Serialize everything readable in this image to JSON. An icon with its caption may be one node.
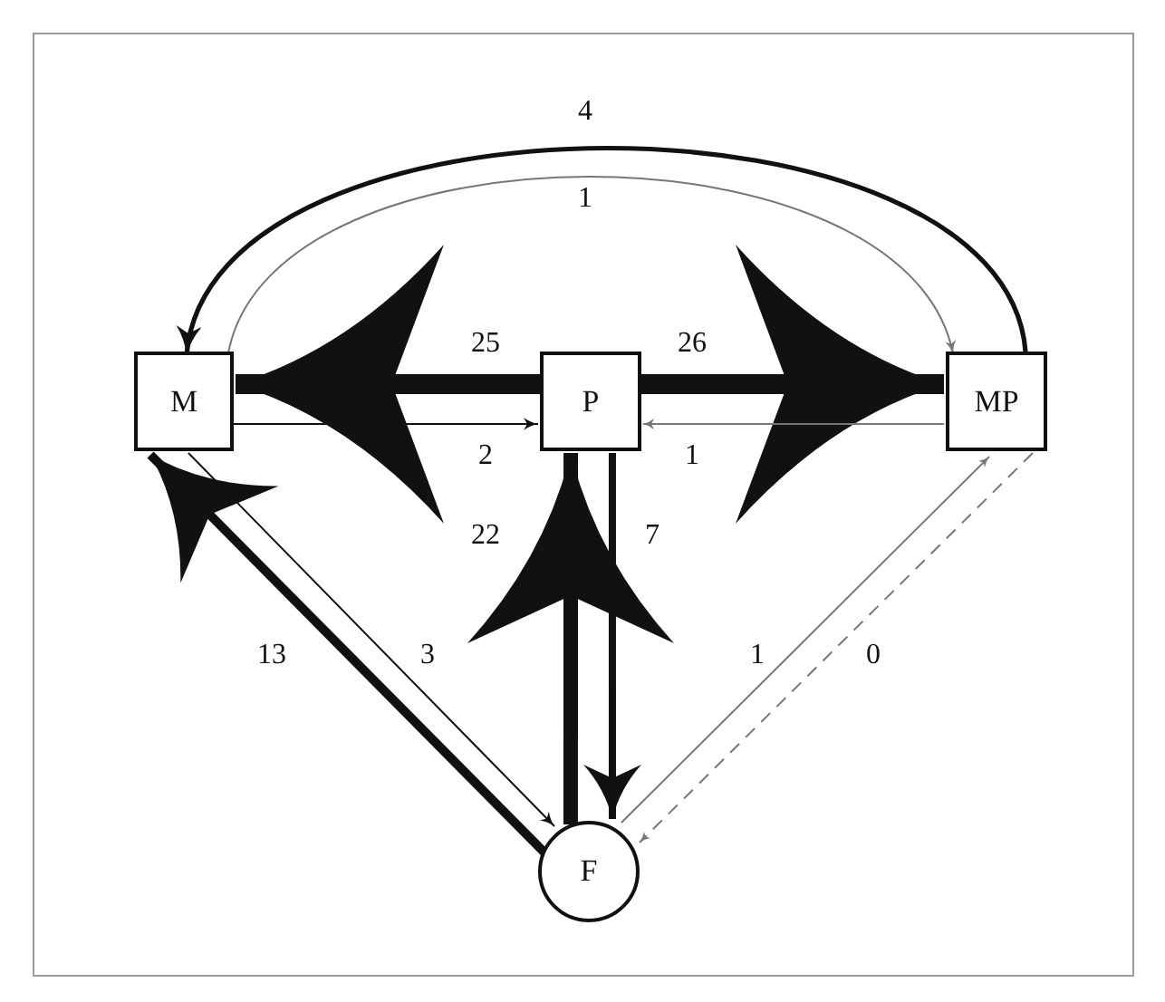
{
  "diagram": {
    "nodes": [
      {
        "text": [
          "M"
        ]
      },
      {
        "text": [
          "P"
        ]
      },
      {
        "text": [
          "MP"
        ]
      },
      {
        "text": [
          "F"
        ]
      }
    ],
    "edges": [
      {
        "from": 2,
        "to": 0,
        "arrow": "to",
        "label": "4",
        "style": "thick"
      },
      {
        "from": 0,
        "to": 2,
        "arrow": "to",
        "label": "1",
        "color": "#777777"
      },
      {
        "from": 1,
        "to": 0,
        "arrow": "to",
        "label": "25",
        "style": "thick"
      },
      {
        "from": 1,
        "to": 2,
        "arrow": "to",
        "label": "26",
        "style": "thick"
      },
      {
        "from": 0,
        "to": 1,
        "arrow": "to",
        "label": "2"
      },
      {
        "from": 2,
        "to": 1,
        "arrow": "to",
        "label": "1",
        "color": "#777777"
      },
      {
        "from": 3,
        "to": 1,
        "arrow": "to",
        "label": "22",
        "style": "thick"
      },
      {
        "from": 1,
        "to": 3,
        "arrow": "to",
        "label": "7",
        "style": "thick"
      },
      {
        "from": 3,
        "to": 0,
        "arrow": "to",
        "label": "13",
        "style": "thick"
      },
      {
        "from": 0,
        "to": 3,
        "arrow": "to",
        "label": "3"
      },
      {
        "from": 3,
        "to": 2,
        "arrow": "to",
        "label": "1",
        "color": "#777777"
      },
      {
        "from": 2,
        "to": 3,
        "arrow": "to",
        "label": "0",
        "style": "dashed",
        "color": "#777777"
      }
    ]
  }
}
